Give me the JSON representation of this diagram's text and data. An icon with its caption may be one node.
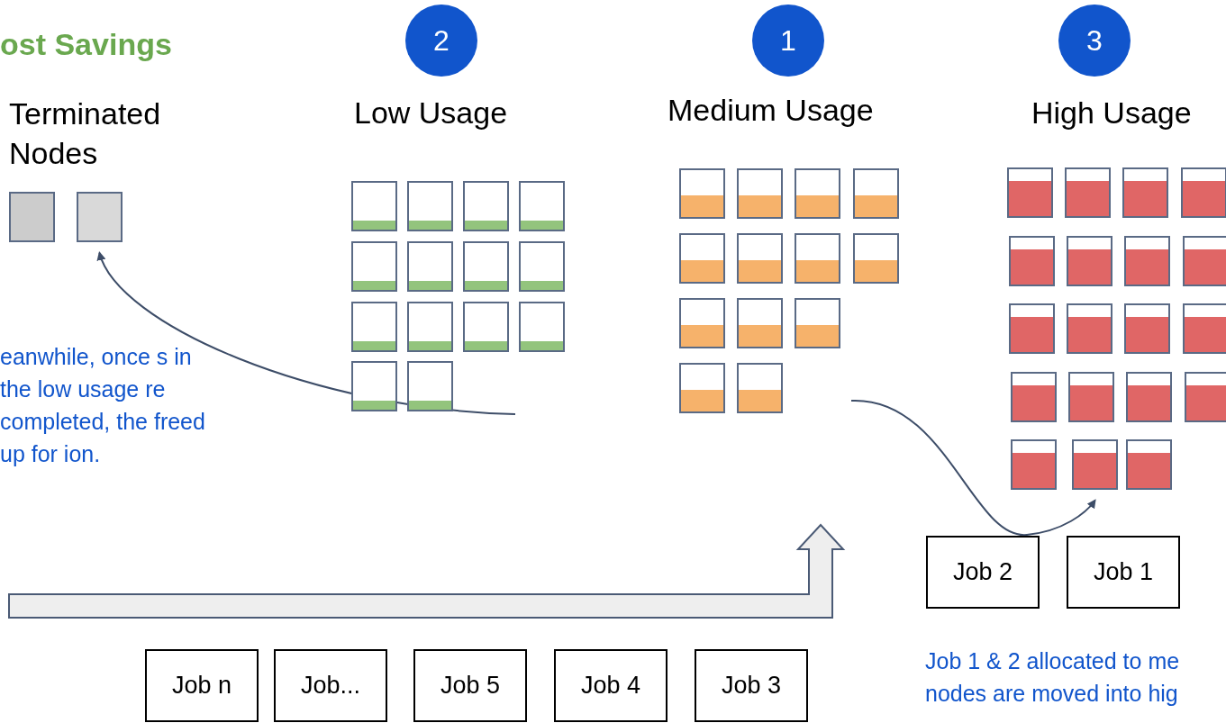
{
  "diagram": {
    "title": "ost Savings",
    "nodes": [
      {
        "text": [
          "2"
        ],
        "beside": [
          "Low Usage"
        ]
      },
      {
        "text": [
          "1"
        ],
        "beside": [
          "Medium Usage"
        ]
      },
      {
        "text": [
          "3"
        ],
        "beside": [
          "High Usage"
        ]
      },
      {
        "text": [],
        "shape": "box"
      },
      {
        "text": [],
        "shape": "box"
      },
      {
        "text": [
          "Job 2"
        ]
      },
      {
        "text": [
          "Job 1"
        ]
      },
      {
        "text": [
          "Job n"
        ]
      },
      {
        "text": [
          "Job..."
        ]
      },
      {
        "text": [
          "Job 5"
        ]
      },
      {
        "text": [
          "Job 4"
        ]
      },
      {
        "text": [
          "Job 3"
        ]
      }
    ],
    "edges": [
      {
        "from": null,
        "to": 3,
        "arrow": "to"
      },
      {
        "from": null,
        "to": 4,
        "arrow": "to"
      }
    ],
    "labels": [
      "Terminated Nodes",
      "eanwhile, once s in the low usage re completed, the freed up for ion.",
      "Job 1 & 2 allocated to me nodes are moved into hig"
    ]
  }
}
